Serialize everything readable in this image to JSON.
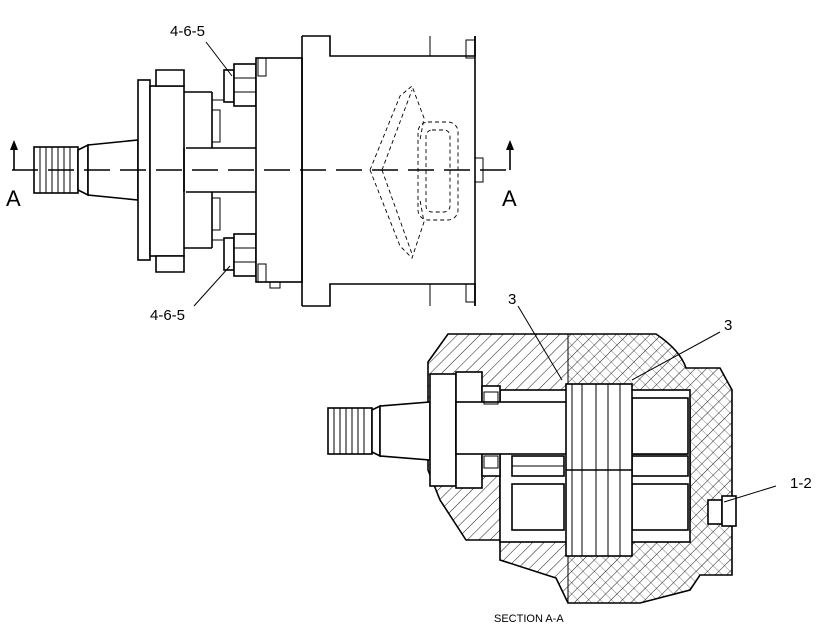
{
  "labels": {
    "callout_top": "4-6-5",
    "callout_bottom": "4-6-5",
    "section_mark_left": "A",
    "section_mark_right": "A",
    "callout_3_left": "3",
    "callout_3_right": "3",
    "callout_1_2": "1-2",
    "section_caption": "SECTION A-A"
  }
}
